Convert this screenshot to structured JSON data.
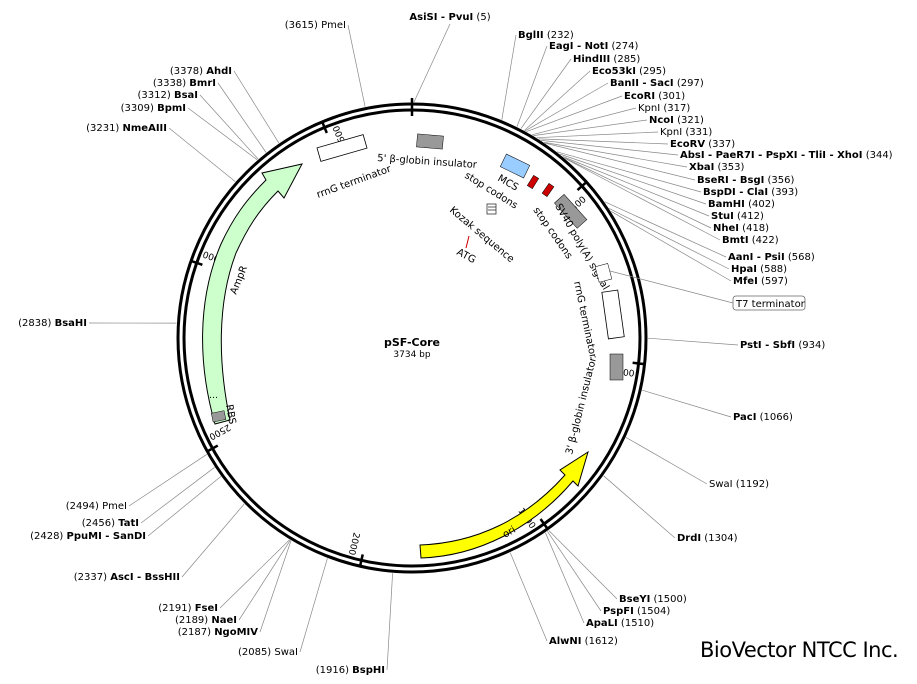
{
  "plasmid": {
    "name": "pSF-Core",
    "size": "3734 bp",
    "length": 3734
  },
  "brand": "BioVector NTCC Inc.",
  "ticks": [
    {
      "pos": 500,
      "label": "500"
    },
    {
      "pos": 1000,
      "label": "1000"
    },
    {
      "pos": 1500,
      "label": "1500"
    },
    {
      "pos": 2000,
      "label": "2000"
    },
    {
      "pos": 2500,
      "label": "2500"
    },
    {
      "pos": 3000,
      "label": "3000"
    },
    {
      "pos": 3500,
      "label": "3500"
    }
  ],
  "sites": [
    {
      "pos": 5,
      "name": "AsiSI - PvuI",
      "num": "(5)",
      "bold": true
    },
    {
      "pos": 232,
      "name": "BglII",
      "num": "(232)",
      "bold": true
    },
    {
      "pos": 274,
      "name": "EagI - NotI",
      "num": "(274)",
      "bold": true
    },
    {
      "pos": 285,
      "name": "HindIII",
      "num": "(285)",
      "bold": true
    },
    {
      "pos": 295,
      "name": "Eco53kI",
      "num": "(295)",
      "bold": true
    },
    {
      "pos": 297,
      "name": "BanII - SacI",
      "num": "(297)",
      "bold": true
    },
    {
      "pos": 301,
      "name": "EcoRI",
      "num": "(301)",
      "bold": true
    },
    {
      "pos": 317,
      "name": "KpnI",
      "num": "(317)",
      "bold": false
    },
    {
      "pos": 321,
      "name": "NcoI",
      "num": "(321)",
      "bold": true
    },
    {
      "pos": 331,
      "name": "KpnI",
      "num": "(331)",
      "bold": false
    },
    {
      "pos": 337,
      "name": "EcoRV",
      "num": "(337)",
      "bold": true
    },
    {
      "pos": 344,
      "name": "AbsI - PaeR7I - PspXI - TliI - XhoI",
      "num": "(344)",
      "bold": true
    },
    {
      "pos": 353,
      "name": "XbaI",
      "num": "(353)",
      "bold": true
    },
    {
      "pos": 356,
      "name": "BseRI - BsgI",
      "num": "(356)",
      "bold": true
    },
    {
      "pos": 393,
      "name": "BspDI - ClaI",
      "num": "(393)",
      "bold": true
    },
    {
      "pos": 402,
      "name": "BamHI",
      "num": "(402)",
      "bold": true
    },
    {
      "pos": 412,
      "name": "StuI",
      "num": "(412)",
      "bold": true
    },
    {
      "pos": 418,
      "name": "NheI",
      "num": "(418)",
      "bold": true
    },
    {
      "pos": 422,
      "name": "BmtI",
      "num": "(422)",
      "bold": true
    },
    {
      "pos": 568,
      "name": "AanI - PsiI",
      "num": "(568)",
      "bold": true
    },
    {
      "pos": 588,
      "name": "HpaI",
      "num": "(588)",
      "bold": true
    },
    {
      "pos": 597,
      "name": "MfeI",
      "num": "(597)",
      "bold": true
    },
    {
      "pos": 934,
      "name": "PstI - SbfI",
      "num": "(934)",
      "bold": true
    },
    {
      "pos": 1066,
      "name": "PacI",
      "num": "(1066)",
      "bold": true
    },
    {
      "pos": 1192,
      "name": "SwaI",
      "num": "(1192)",
      "bold": false
    },
    {
      "pos": 1304,
      "name": "DrdI",
      "num": "(1304)",
      "bold": true
    },
    {
      "pos": 1500,
      "name": "BseYI",
      "num": "(1500)",
      "bold": true
    },
    {
      "pos": 1504,
      "name": "PspFI",
      "num": "(1504)",
      "bold": true
    },
    {
      "pos": 1510,
      "name": "ApaLI",
      "num": "(1510)",
      "bold": true
    },
    {
      "pos": 1612,
      "name": "AlwNI",
      "num": "(1612)",
      "bold": true
    },
    {
      "pos": 1916,
      "name": "BspHI",
      "num": "(1916)",
      "bold": true
    },
    {
      "pos": 2085,
      "name": "SwaI",
      "num": "(2085)",
      "bold": false
    },
    {
      "pos": 2187,
      "name": "NgoMIV",
      "num": "(2187)",
      "bold": true
    },
    {
      "pos": 2189,
      "name": "NaeI",
      "num": "(2189)",
      "bold": true
    },
    {
      "pos": 2191,
      "name": "FseI",
      "num": "(2191)",
      "bold": true
    },
    {
      "pos": 2337,
      "name": "AscI - BssHII",
      "num": "(2337)",
      "bold": true
    },
    {
      "pos": 2428,
      "name": "PpuMI - SanDI",
      "num": "(2428)",
      "bold": true
    },
    {
      "pos": 2456,
      "name": "TatI",
      "num": "(2456)",
      "bold": true
    },
    {
      "pos": 2494,
      "name": "PmeI",
      "num": "(2494)",
      "bold": false
    },
    {
      "pos": 2838,
      "name": "BsaHI",
      "num": "(2838)",
      "bold": true
    },
    {
      "pos": 3231,
      "name": "NmeAIII",
      "num": "(3231)",
      "bold": true
    },
    {
      "pos": 3309,
      "name": "BpmI",
      "num": "(3309)",
      "bold": true
    },
    {
      "pos": 3312,
      "name": "BsaI",
      "num": "(3312)",
      "bold": true
    },
    {
      "pos": 3338,
      "name": "BmrI",
      "num": "(3338)",
      "bold": true
    },
    {
      "pos": 3378,
      "name": "AhdI",
      "num": "(3378)",
      "bold": true
    },
    {
      "pos": 3615,
      "name": "PmeI",
      "num": "(3615)",
      "bold": false
    }
  ],
  "features": {
    "ampr": "AmpR",
    "rbs": "RBS",
    "ori": "ori",
    "rrng_top": "rrnG terminator",
    "rrng_right": "rrnG terminator",
    "globin5": "5' β-globin insulator",
    "globin3": "3' β-globin insulator",
    "mcs": "MCS",
    "stop1": "stop codons",
    "stop2": "stop codons",
    "sv40": "SV40 poly(A) signal",
    "kozak": "Kozak sequence",
    "atg": "ATG",
    "t7": "T7 terminator"
  },
  "colors": {
    "ampr": "#ccffcc",
    "ori": "#ffff00",
    "mcs": "#99ccff",
    "stop": "#cc0000",
    "insulator": "#999999",
    "terminator": "#ffffff"
  }
}
